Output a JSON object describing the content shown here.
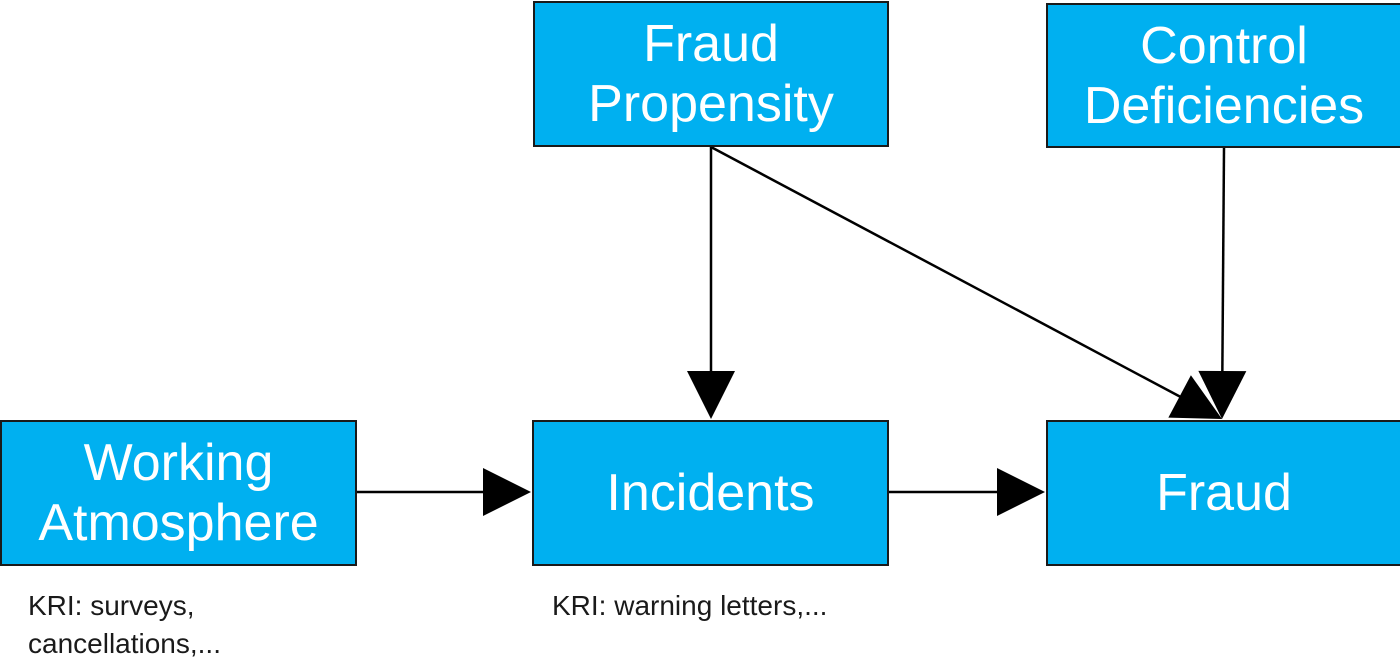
{
  "colors": {
    "node_fill": "#00b0f0",
    "node_border": "#1a1a1a",
    "node_text": "#ffffff",
    "edge": "#000000",
    "note_text": "#1a1a1a"
  },
  "nodes": {
    "fraud_propensity": {
      "line1": "Fraud",
      "line2": "Propensity"
    },
    "control_deficiencies": {
      "line1": "Control",
      "line2": "Deficiencies"
    },
    "working_atmosphere": {
      "line1": "Working",
      "line2": "Atmosphere"
    },
    "incidents": {
      "label": "Incidents"
    },
    "fraud": {
      "label": "Fraud"
    }
  },
  "notes": {
    "working_atmosphere_kri": {
      "line1": "KRI: surveys,",
      "line2": "cancellations,..."
    },
    "incidents_kri": {
      "line1": "KRI: warning letters,..."
    }
  },
  "edges": [
    {
      "from": "fraud_propensity",
      "to": "incidents"
    },
    {
      "from": "fraud_propensity",
      "to": "fraud"
    },
    {
      "from": "control_deficiencies",
      "to": "fraud"
    },
    {
      "from": "working_atmosphere",
      "to": "incidents"
    },
    {
      "from": "incidents",
      "to": "fraud"
    }
  ]
}
